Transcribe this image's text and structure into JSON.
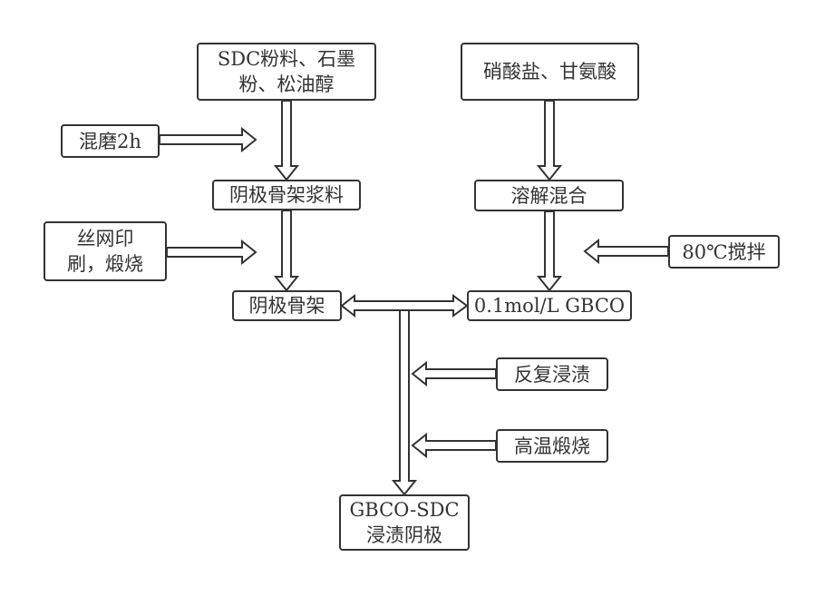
{
  "diagram": {
    "type": "flowchart",
    "nodes": {
      "sdc_powder": {
        "label": "SDC粉料、石墨\n粉、松油醇"
      },
      "nitrate_glycine": {
        "label": "硝酸盐、甘氨酸"
      },
      "ball_mill": {
        "label": "混磨2h"
      },
      "cathode_slurry": {
        "label": "阴极骨架浆料"
      },
      "dissolve_mix": {
        "label": "溶解混合"
      },
      "screen_print": {
        "label": "丝网印\n刷，煅烧"
      },
      "stir_80c": {
        "label": "80℃搅拌"
      },
      "cathode_skeleton": {
        "label": "阴极骨架"
      },
      "gbco_solution": {
        "label": "0.1mol/L GBCO"
      },
      "repeat_impregnate": {
        "label": "反复浸渍"
      },
      "high_temp_calcine": {
        "label": "高温煅烧"
      },
      "final_cathode": {
        "label": "GBCO-SDC\n浸渍阴极"
      }
    },
    "edges": [
      {
        "from": "sdc_powder",
        "to": "cathode_slurry",
        "style": "hollow-arrow"
      },
      {
        "from": "ball_mill",
        "to": "sdc_powder->cathode_slurry",
        "style": "hollow-arrow"
      },
      {
        "from": "cathode_slurry",
        "to": "cathode_skeleton",
        "style": "hollow-arrow"
      },
      {
        "from": "screen_print",
        "to": "cathode_slurry->cathode_skeleton",
        "style": "hollow-arrow"
      },
      {
        "from": "nitrate_glycine",
        "to": "dissolve_mix",
        "style": "hollow-arrow"
      },
      {
        "from": "dissolve_mix",
        "to": "gbco_solution",
        "style": "hollow-arrow"
      },
      {
        "from": "stir_80c",
        "to": "dissolve_mix->gbco_solution",
        "style": "hollow-arrow"
      },
      {
        "from": "cathode_skeleton",
        "to": "gbco_solution",
        "style": "hollow-double-arrow"
      },
      {
        "from": "cathode_skeleton<->gbco_solution",
        "to": "final_cathode",
        "style": "hollow-arrow"
      },
      {
        "from": "repeat_impregnate",
        "to": "junction->final_cathode",
        "style": "hollow-arrow"
      },
      {
        "from": "high_temp_calcine",
        "to": "junction->final_cathode",
        "style": "hollow-arrow"
      }
    ],
    "colors": {
      "stroke": "#333333",
      "fill": "#ffffff",
      "text": "#333333"
    }
  }
}
